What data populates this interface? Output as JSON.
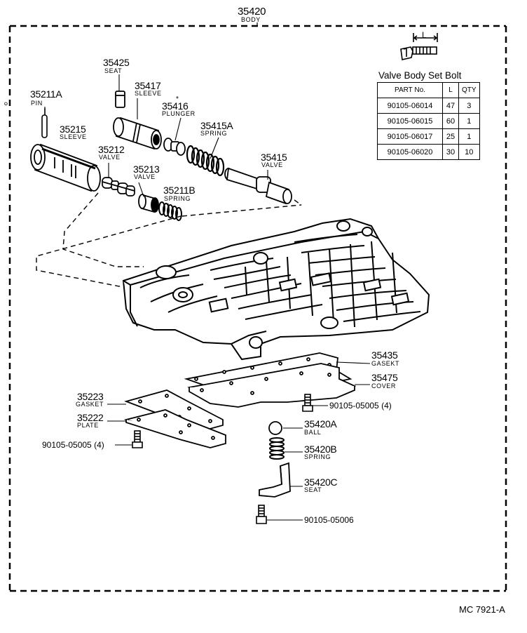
{
  "header": {
    "assembly_number": "35420",
    "assembly_name": "BODY"
  },
  "parts": {
    "p35425": {
      "number": "35425",
      "name": "SEAT"
    },
    "p35417": {
      "number": "35417",
      "name": "SLEEVE"
    },
    "p35416": {
      "number": "35416",
      "name": "PLUNGER",
      "mark": "*"
    },
    "p35415A": {
      "number": "35415A",
      "name": "SPRING"
    },
    "p35415": {
      "number": "35415",
      "name": "VALVE"
    },
    "p35211A": {
      "number": "35211A",
      "name": "PIN"
    },
    "p35215": {
      "number": "35215",
      "name": "SLEEVE"
    },
    "p35212": {
      "number": "35212",
      "name": "VALVE"
    },
    "p35213": {
      "number": "35213",
      "name": "VALVE"
    },
    "p35211B": {
      "number": "35211B",
      "name": "SPRING"
    },
    "p35435": {
      "number": "35435",
      "name": "GASEKT"
    },
    "p35475": {
      "number": "35475",
      "name": "COVER"
    },
    "p35223": {
      "number": "35223",
      "name": "GASKET"
    },
    "p35222": {
      "number": "35222",
      "name": "PLATE"
    },
    "p35420A": {
      "number": "35420A",
      "name": "BALL"
    },
    "p35420B": {
      "number": "35420B",
      "name": "SPRING"
    },
    "p35420C": {
      "number": "35420C",
      "name": "SEAT"
    }
  },
  "bolt_labels": {
    "cover_bolt": "90105-05005 (4)",
    "plate_bolt": "90105-05005 (4)",
    "seat_bolt": "90105-05006"
  },
  "bolt_table": {
    "title": "Valve Body Set Bolt",
    "dimension_label": "L",
    "headers": [
      "PART No.",
      "L",
      "QTY"
    ],
    "rows": [
      [
        "90105-06014",
        "47",
        "3"
      ],
      [
        "90105-06015",
        "60",
        "1"
      ],
      [
        "90105-06017",
        "25",
        "1"
      ],
      [
        "90105-06020",
        "30",
        "10"
      ]
    ]
  },
  "footer": {
    "drawing_code": "MC  7921-A"
  }
}
